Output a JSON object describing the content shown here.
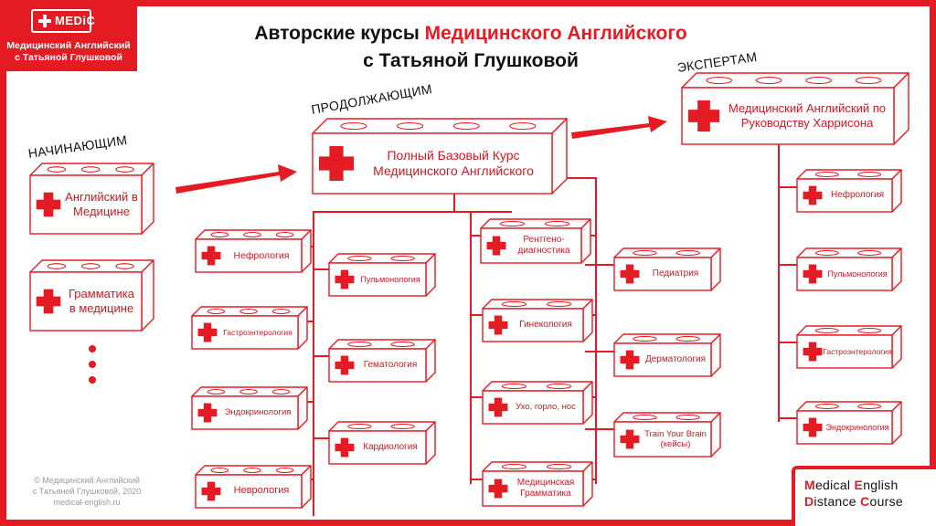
{
  "logo": {
    "word": "MEDiC",
    "line1": "Медицинский Английский",
    "line2": "с Татьяной Глушковой",
    "icon": "medical-cross-icon"
  },
  "title": {
    "part1": "Авторские курсы ",
    "accent": "Медицинского Английского",
    "line2": "с Татьяной Глушковой"
  },
  "levels": {
    "beginners": "НАЧИНАЮЩИМ",
    "continuing": "ПРОДОЛЖАЮЩИМ",
    "experts": "ЭКСПЕРТАМ"
  },
  "courses": {
    "english_in_medicine": "Английский в Медицине",
    "grammar_in_medicine": "Грамматика в медицине",
    "full_base": "Полный Базовый Курс Медицинского Английского",
    "harrison": "Медицинский Английский по Руководству Харрисона"
  },
  "modules_left": {
    "nephrology": "Нефрология",
    "gastro": "Гастроэнтерология",
    "endo": "Эндокринология",
    "neuro": "Неврология"
  },
  "modules_mid": {
    "pulmo": "Пульмонология",
    "hemato": "Гематология",
    "cardio": "Кардиология"
  },
  "modules_center": {
    "xray": "Рентгено-диагностика",
    "gyn": "Гинекология",
    "ent": "Ухо, горло, нос",
    "grammar": "Медицинская Грамматика"
  },
  "modules_right": {
    "pedia": "Педиатрия",
    "derma": "Дерматология",
    "brain": "Train Your Brain (кейсы)"
  },
  "modules_expert": {
    "nephrology": "Нефрология",
    "pulmo": "Пульмонология",
    "gastro": "Гастроэнтерология",
    "endo": "Эндокринология"
  },
  "copyright": {
    "line1": "© Медицинский Английский",
    "line2": "с Татьяной Глушковой, 2020",
    "line3": "medical-english.ru"
  },
  "badge": {
    "m": "M",
    "edical": "edical ",
    "e": "E",
    "nglish": "nglish",
    "d": "D",
    "istance": "istance ",
    "c": "C",
    "ourse": "ourse"
  },
  "colors": {
    "accent": "#e51b24",
    "text": "#111111",
    "muted": "#9a9a9a"
  }
}
